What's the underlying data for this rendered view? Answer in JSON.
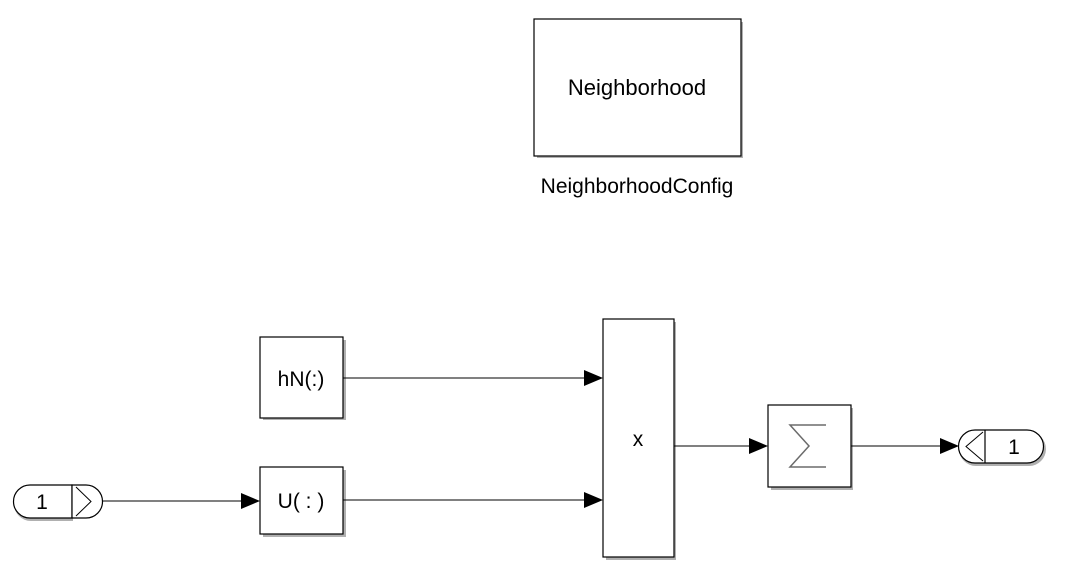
{
  "diagram": {
    "blocks": {
      "neighborhood": {
        "label": "Neighborhood",
        "name": "NeighborhoodConfig"
      },
      "hn": {
        "label": "hN(:)"
      },
      "reshape": {
        "label": "U( : )"
      },
      "product": {
        "label": "x"
      },
      "sum": {
        "icon": "sigma-icon"
      },
      "inport": {
        "label": "1"
      },
      "outport": {
        "label": "1"
      }
    }
  }
}
